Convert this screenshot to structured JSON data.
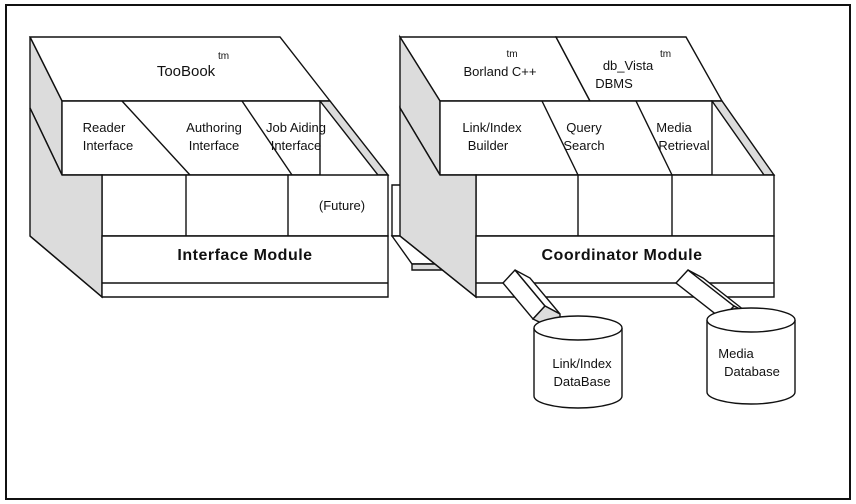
{
  "interface_block": {
    "toolbook": {
      "name": "TooBook",
      "mark": "tm"
    },
    "sub_modules": [
      {
        "line1": "Reader",
        "line2": "Interface"
      },
      {
        "line1": "Authoring",
        "line2": "Interface"
      },
      {
        "line1": "Job Aiding",
        "line2": "Interface"
      }
    ],
    "future_label": "(Future)",
    "module_label": "Interface Module"
  },
  "coordinator_block": {
    "borland": {
      "name": "Borland C++",
      "mark": "tm"
    },
    "dbvista": {
      "line1": "db_Vista",
      "line2": "DBMS",
      "mark": "tm"
    },
    "sub_modules": [
      {
        "line1": "Link/Index",
        "line2": "Builder"
      },
      {
        "line1": "Query",
        "line2": "Search"
      },
      {
        "line1": "Media",
        "line2": "Retrieval"
      }
    ],
    "module_label": "Coordinator Module"
  },
  "databases": [
    {
      "line1": "Link/Index",
      "line2": "DataBase"
    },
    {
      "line1": "Media",
      "line2": "Database"
    }
  ]
}
